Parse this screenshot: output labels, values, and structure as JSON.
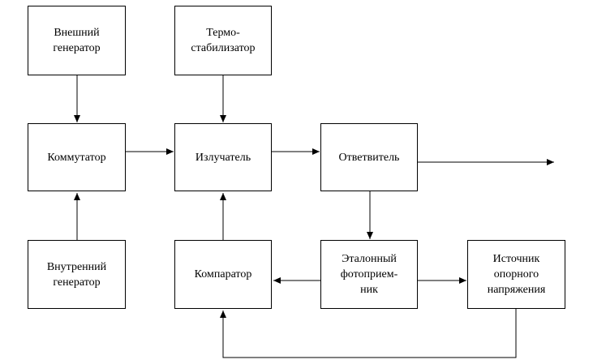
{
  "blocks": {
    "external_generator": "Внешний\nгенератор",
    "thermostabilizer": "Термо-\nстабилизатор",
    "commutator": "Коммутатор",
    "emitter": "Излучатель",
    "splitter": "Ответвитель",
    "internal_generator": "Внутренний\nгенератор",
    "comparator": "Компаратор",
    "reference_photodetector": "Эталонный\nфотоприем-\nник",
    "reference_voltage_source": "Источник\nопорного\nнапряжения"
  },
  "colors": {
    "stroke": "#000000",
    "background": "#ffffff"
  }
}
